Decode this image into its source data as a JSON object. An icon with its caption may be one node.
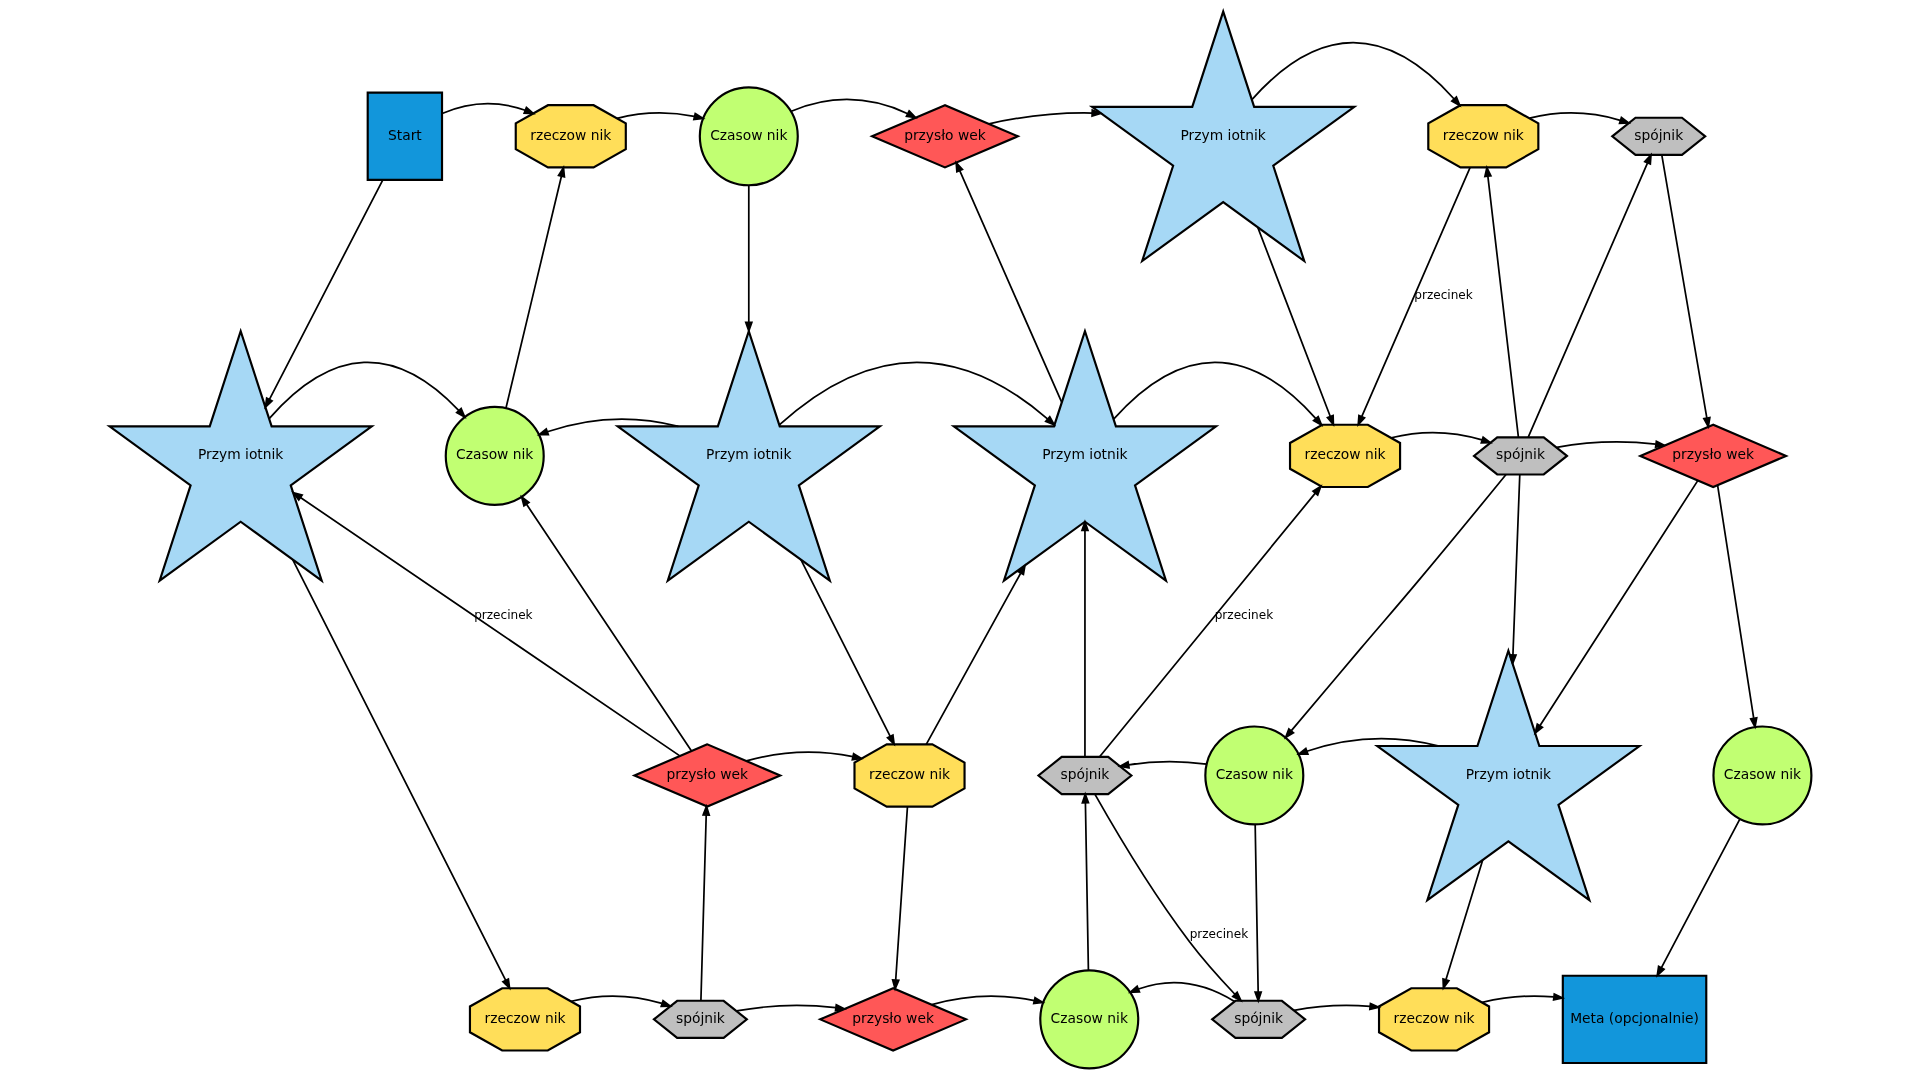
{
  "diagram": {
    "nodes": [
      {
        "text": [
          "Start"
        ]
      },
      {
        "text": [
          "rzeczow nik"
        ]
      },
      {
        "text": [
          "Czasow nik"
        ]
      },
      {
        "text": [
          "przysło wek"
        ]
      },
      {
        "text": [
          "Przym iotnik"
        ]
      },
      {
        "text": [
          "rzeczow nik"
        ]
      },
      {
        "text": [
          "spójnik"
        ]
      },
      {
        "text": [
          "Czasow nik"
        ]
      },
      {
        "text": [
          "Przym iotnik"
        ]
      },
      {
        "text": [
          "Przym iotnik"
        ]
      },
      {
        "text": [
          "rzeczow nik"
        ]
      },
      {
        "text": [
          "spójnik"
        ]
      },
      {
        "text": [
          "Przym iotnik"
        ]
      },
      {
        "text": [
          "przysło wek"
        ]
      },
      {
        "text": [
          "przysło wek"
        ]
      },
      {
        "text": [
          "rzeczow nik"
        ]
      },
      {
        "text": [
          "spójnik"
        ]
      },
      {
        "text": [
          "Czasow nik"
        ]
      },
      {
        "text": [
          "Przym iotnik"
        ]
      },
      {
        "text": [
          "Czasow nik"
        ]
      },
      {
        "text": [
          "rzeczow nik"
        ]
      },
      {
        "text": [
          "spójnik"
        ]
      },
      {
        "text": [
          "przysło wek"
        ]
      },
      {
        "text": [
          "Czasow nik"
        ]
      },
      {
        "text": [
          "spójnik"
        ]
      },
      {
        "text": [
          "rzeczow nik"
        ]
      },
      {
        "text": [
          "Meta (opcjonalnie)"
        ]
      }
    ],
    "edges": [
      {
        "from": 0,
        "to": 1,
        "arrow": "to"
      },
      {
        "from": 1,
        "to": 2,
        "arrow": "to"
      },
      {
        "from": 2,
        "to": 3,
        "arrow": "to"
      },
      {
        "from": 3,
        "to": 4,
        "arrow": "to"
      },
      {
        "from": 4,
        "to": 5,
        "arrow": "to"
      },
      {
        "from": 5,
        "to": 6,
        "arrow": "to"
      },
      {
        "from": 0,
        "to": 12,
        "arrow": "to"
      },
      {
        "from": 2,
        "to": 8,
        "arrow": "to"
      },
      {
        "from": 7,
        "to": 1,
        "arrow": "to"
      },
      {
        "from": 8,
        "to": 7,
        "arrow": "to"
      },
      {
        "from": 8,
        "to": 9,
        "arrow": "to"
      },
      {
        "from": 9,
        "to": 3,
        "arrow": "to"
      },
      {
        "from": 4,
        "to": 10,
        "arrow": "to"
      },
      {
        "from": 9,
        "to": 10,
        "arrow": "to"
      },
      {
        "from": 10,
        "to": 11,
        "arrow": "to"
      },
      {
        "from": 5,
        "to": 10,
        "arrow": "to",
        "label": "przecinek"
      },
      {
        "from": 11,
        "to": 5,
        "arrow": "to"
      },
      {
        "from": 11,
        "to": 6,
        "arrow": "to"
      },
      {
        "from": 6,
        "to": 13,
        "arrow": "to"
      },
      {
        "from": 11,
        "to": 13,
        "arrow": "to"
      },
      {
        "from": 12,
        "to": 7,
        "arrow": "to"
      },
      {
        "from": 12,
        "to": 20,
        "arrow": "to"
      },
      {
        "from": 14,
        "to": 12,
        "arrow": "to",
        "label": "przecinek"
      },
      {
        "from": 14,
        "to": 7,
        "arrow": "to"
      },
      {
        "from": 14,
        "to": 15,
        "arrow": "to"
      },
      {
        "from": 15,
        "to": 9,
        "arrow": "to"
      },
      {
        "from": 8,
        "to": 15,
        "arrow": "to"
      },
      {
        "from": 15,
        "to": 22,
        "arrow": "to"
      },
      {
        "from": 20,
        "to": 21,
        "arrow": "to"
      },
      {
        "from": 21,
        "to": 14,
        "arrow": "to"
      },
      {
        "from": 21,
        "to": 22,
        "arrow": "to"
      },
      {
        "from": 22,
        "to": 23,
        "arrow": "to"
      },
      {
        "from": 23,
        "to": 16,
        "arrow": "to"
      },
      {
        "from": 17,
        "to": 16,
        "arrow": "to"
      },
      {
        "from": 16,
        "to": 10,
        "arrow": "to",
        "label": "przecinek"
      },
      {
        "from": 16,
        "to": 9,
        "arrow": "to"
      },
      {
        "from": 16,
        "to": 24,
        "arrow": "to",
        "label": "przecinek"
      },
      {
        "from": 11,
        "to": 17,
        "arrow": "to"
      },
      {
        "from": 11,
        "to": 18,
        "arrow": "to"
      },
      {
        "from": 13,
        "to": 18,
        "arrow": "to"
      },
      {
        "from": 13,
        "to": 19,
        "arrow": "to"
      },
      {
        "from": 18,
        "to": 17,
        "arrow": "to"
      },
      {
        "from": 17,
        "to": 24,
        "arrow": "to"
      },
      {
        "from": 24,
        "to": 23,
        "arrow": "to"
      },
      {
        "from": 24,
        "to": 25,
        "arrow": "to"
      },
      {
        "from": 18,
        "to": 25,
        "arrow": "to"
      },
      {
        "from": 19,
        "to": 26,
        "arrow": "to"
      },
      {
        "from": 25,
        "to": 26,
        "arrow": "to"
      }
    ]
  }
}
